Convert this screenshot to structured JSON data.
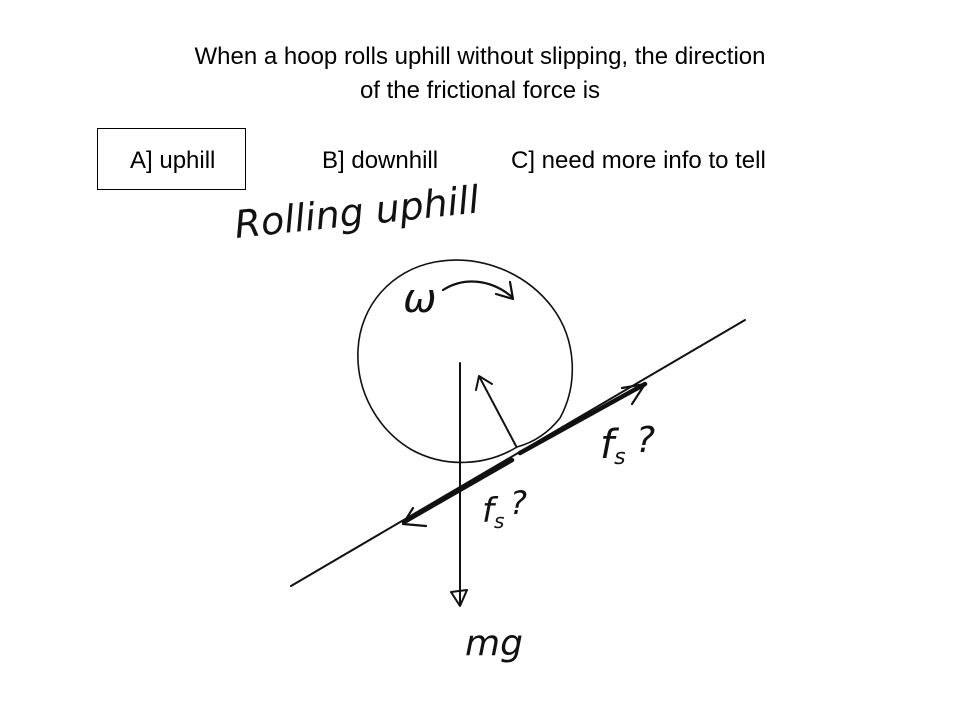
{
  "question": {
    "line1": "When a hoop rolls uphill without slipping, the direction",
    "line2": "of the frictional force is"
  },
  "options": {
    "a": "A] uphill",
    "b": "B] downhill",
    "c": "C] need more info to tell"
  },
  "sketch": {
    "heading": "Rolling uphill",
    "omega": "ω",
    "fs_label": "f",
    "fs_sub": "s",
    "question_mark": "?",
    "weight": "mg"
  },
  "colors": {
    "ink": "#111111",
    "background": "#ffffff"
  }
}
